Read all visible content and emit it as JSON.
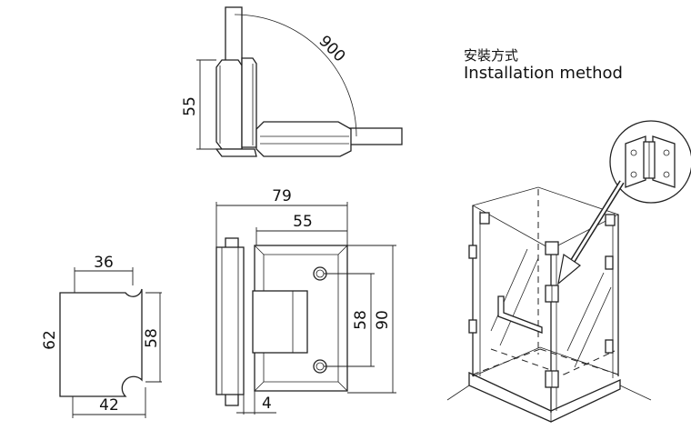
{
  "title": {
    "zh": "安裝方式",
    "en": "Installation method"
  },
  "dimensions": {
    "top_height": "55",
    "swing": "900",
    "width_overall": "79",
    "width_plate": "55",
    "hole_spacing": "58",
    "plate_height": "90",
    "offset": "4",
    "cutout_top": "36",
    "cutout_bottom": "42",
    "cutout_left": "62",
    "cutout_right": "58"
  }
}
